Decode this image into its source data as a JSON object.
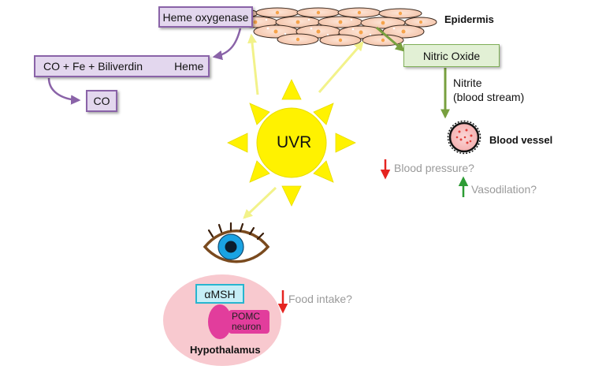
{
  "boxes": {
    "heme_oxygenase": "Heme oxygenase",
    "products": "CO + Fe + Biliverdin",
    "heme": "Heme",
    "co": "CO",
    "nitric_oxide": "Nitric Oxide",
    "amsh": "αMSH"
  },
  "labels": {
    "epidermis": "Epidermis",
    "nitrite_line1": "Nitrite",
    "nitrite_line2": "(blood stream)",
    "blood_vessel": "Blood vessel",
    "blood_pressure": "Blood pressure?",
    "vasodilation": "Vasodilation?",
    "uvr": "UVR",
    "food_intake": "Food intake?",
    "pomc_line1": "POMC",
    "pomc_line2": "neuron",
    "hypothalamus": "Hypothalamus"
  },
  "colors": {
    "purple": "#8a63a8",
    "purple_fill": "#e3d7ee",
    "green": "#78a03f",
    "green_fill": "#e2f0d5",
    "sun": "#fff200",
    "uv_arrow": "#f2f28a",
    "red": "#e52420",
    "dark_green": "#2d9c35",
    "hypothalamus_fill": "#f8c9cf",
    "pomc_fill": "#e23d9c",
    "cyan": "#27b5cf",
    "cyan_fill": "#c6eef7",
    "grey_text": "#9a9a9a",
    "iris": "#1aa3e3",
    "eye_outline": "#7a4a1e"
  }
}
